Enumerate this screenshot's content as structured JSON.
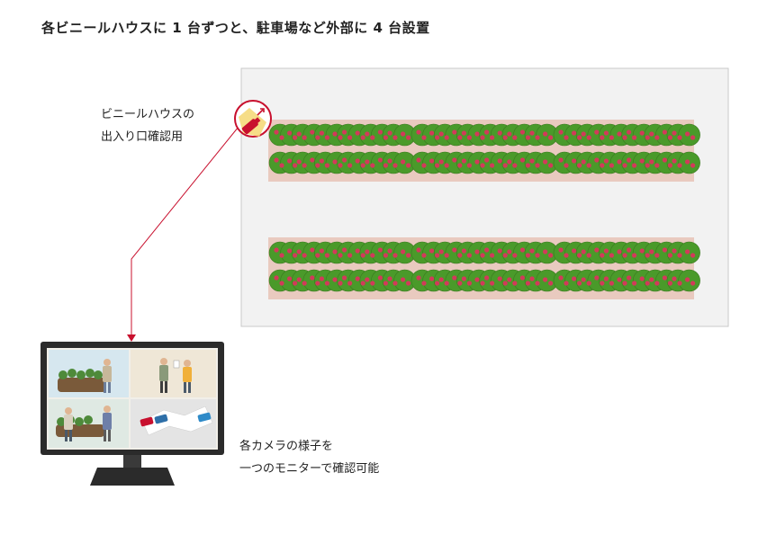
{
  "title": "各ビニールハウスに 1 台ずつと、駐車場など外部に 4 台設置",
  "entrance_note": {
    "line1": "ビニールハウスの",
    "line2": "出入り口確認用"
  },
  "monitor_note": {
    "line1": "各カメラの様子を",
    "line2": "一つのモニターで確認可能"
  },
  "colors": {
    "accent": "#c8102e",
    "greenhouse_bg": "#f2f2f2",
    "greenhouse_border": "#c9c9c9",
    "bed": "#e9cabf",
    "plant": "#4a9a2a",
    "berry": "#d23a5a",
    "monitor_body": "#2b2b2b"
  },
  "icons": {
    "camera": "security-camera-icon",
    "monitor": "monitor-icon"
  }
}
